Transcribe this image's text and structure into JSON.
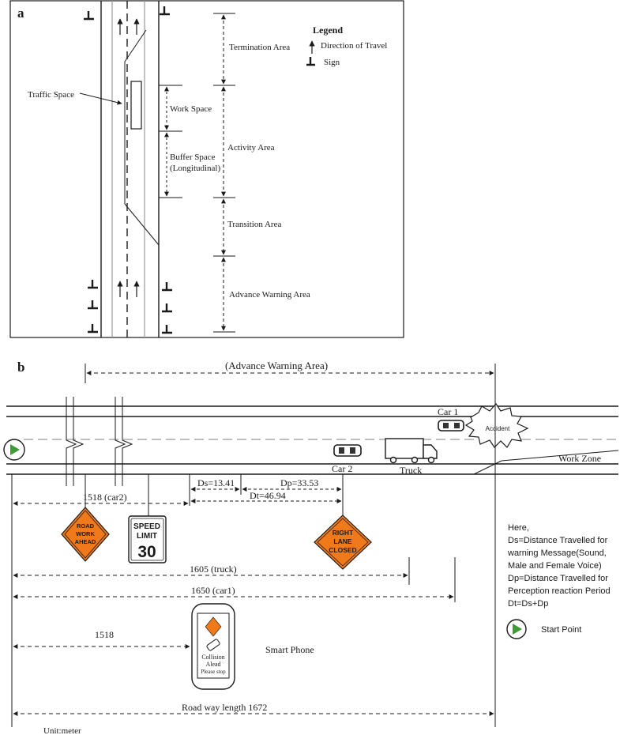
{
  "panel_a": {
    "label": "a",
    "legend_title": "Legend",
    "legend_direction": "Direction of  Travel",
    "legend_sign": "Sign",
    "traffic_space": "Traffic Space",
    "work_space": "Work Space",
    "buffer_space_1": "Buffer Space",
    "buffer_space_2": "(Longitudinal)",
    "termination_area": "Termination Area",
    "activity_area": "Activity Area",
    "transition_area": "Transition Area",
    "advance_warning_area": "Advance Warning Area"
  },
  "panel_b": {
    "label": "b",
    "advance_warning_title": "(Advance Warning Area)",
    "car1": "Car 1",
    "car2": "Car 2",
    "truck": "Truck",
    "accident": "Accident",
    "work_zone": "Work Zone",
    "ds": "Ds=13.41",
    "dp": "Dp=33.53",
    "dt": "Dt=46.94",
    "dist_car2": "1518 (car2)",
    "dist_truck": "1605 (truck)",
    "dist_car1": "1650 (car1)",
    "dist_phone": "1518",
    "roadway_length": "Road way length 1672",
    "unit": "Unit:meter",
    "smart_phone": "Smart Phone",
    "phone_msg_1": "Collision",
    "phone_msg_2": "Alead",
    "phone_msg_3": "Please stop",
    "sign_road_work": [
      "ROAD",
      "WORK",
      "AHEAD"
    ],
    "sign_speed": [
      "SPEED",
      "LIMIT",
      "30"
    ],
    "sign_right_lane": [
      "RIGHT",
      "LANE",
      "CLOSED"
    ],
    "notes": [
      "Here,",
      "Ds=Distance Travelled for",
      "warning Message(Sound,",
      "Male and Female Voice)",
      "Dp=Distance Travelled for",
      "Perception reaction Period",
      "Dt=Ds+Dp"
    ],
    "start_point": "Start Point"
  },
  "colors": {
    "sign_orange": "#f07a1a",
    "start_green": "#3f9a3a",
    "line": "#1a1a1a",
    "lane_grey": "#9a9a9a"
  }
}
